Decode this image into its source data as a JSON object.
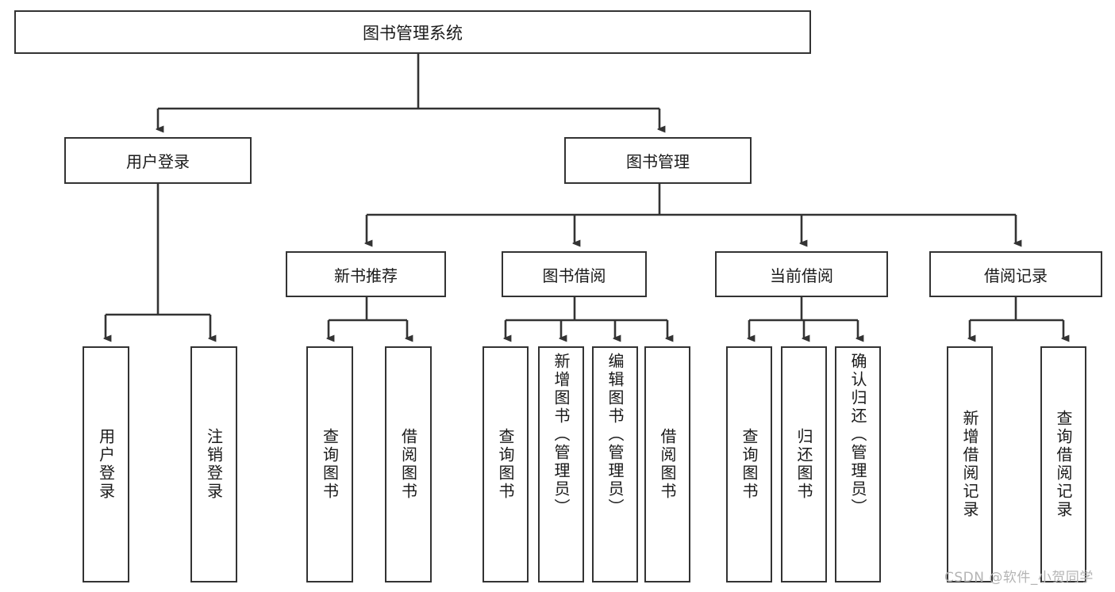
{
  "diagram": {
    "title": "图书管理系统",
    "type": "hierarchy-tree",
    "colors": {
      "box_border": "#333333",
      "box_fill": "#ffffff",
      "edge": "#333333",
      "text": "#1a1a1a",
      "watermark": "#b4b4b4"
    },
    "levels": {
      "root": {
        "label": "图书管理系统"
      },
      "level2": [
        {
          "id": "user-login",
          "label": "用户登录"
        },
        {
          "id": "book-management",
          "label": "图书管理"
        }
      ],
      "level3": [
        {
          "id": "new-book-recommend",
          "label": "新书推荐",
          "parent": "book-management"
        },
        {
          "id": "book-borrow",
          "label": "图书借阅",
          "parent": "book-management"
        },
        {
          "id": "current-borrow",
          "label": "当前借阅",
          "parent": "book-management"
        },
        {
          "id": "borrow-record",
          "label": "借阅记录",
          "parent": "book-management"
        }
      ],
      "leaves": [
        {
          "id": "leaf-user-login",
          "label": "用户登录",
          "parent": "user-login"
        },
        {
          "id": "leaf-logout",
          "label": "注销登录",
          "parent": "user-login"
        },
        {
          "id": "leaf-query-book-1",
          "label": "查询图书",
          "parent": "new-book-recommend"
        },
        {
          "id": "leaf-borrow-book-1",
          "label": "借阅图书",
          "parent": "new-book-recommend"
        },
        {
          "id": "leaf-query-book-2",
          "label": "查询图书",
          "parent": "book-borrow"
        },
        {
          "id": "leaf-add-book",
          "label": "新增图书（管理员）",
          "parent": "book-borrow"
        },
        {
          "id": "leaf-edit-book",
          "label": "编辑图书（管理员）",
          "parent": "book-borrow"
        },
        {
          "id": "leaf-borrow-book-2",
          "label": "借阅图书",
          "parent": "book-borrow"
        },
        {
          "id": "leaf-query-book-3",
          "label": "查询图书",
          "parent": "current-borrow"
        },
        {
          "id": "leaf-return-book",
          "label": "归还图书",
          "parent": "current-borrow"
        },
        {
          "id": "leaf-confirm-return",
          "label": "确认归还（管理员）",
          "parent": "current-borrow"
        },
        {
          "id": "leaf-add-record",
          "label": "新增借阅记录",
          "parent": "borrow-record"
        },
        {
          "id": "leaf-query-record",
          "label": "查询借阅记录",
          "parent": "borrow-record"
        }
      ]
    }
  },
  "watermark": {
    "text": "CSDN @软件_小贺同学"
  }
}
